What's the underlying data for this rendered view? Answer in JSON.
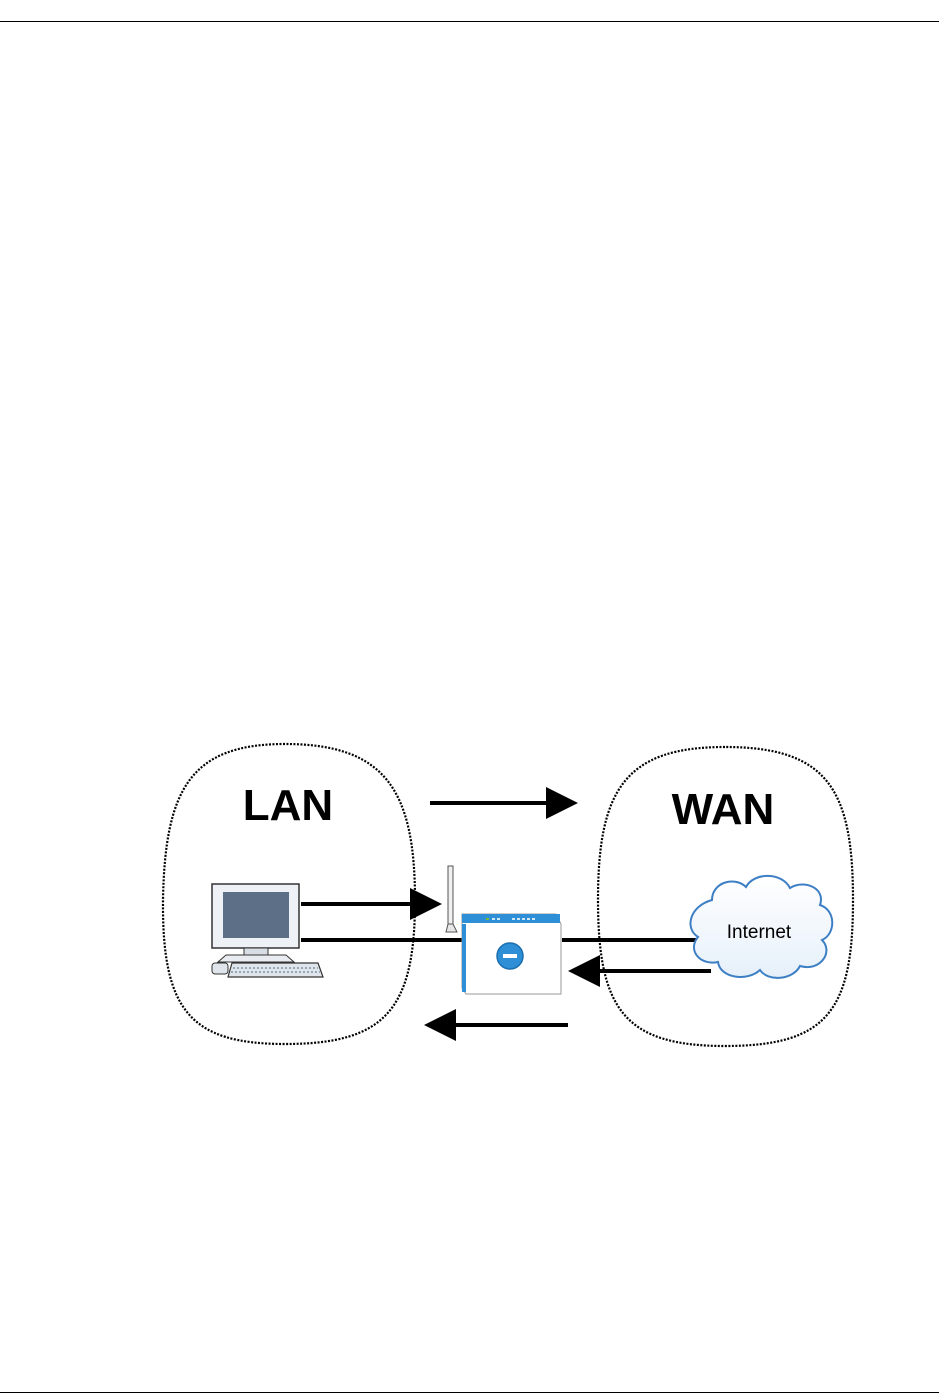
{
  "diagram": {
    "lan_label": "LAN",
    "wan_label": "WAN",
    "internet_label": "Internet"
  },
  "icons": [
    "computer-icon",
    "router-icon",
    "internet-cloud-icon"
  ],
  "colors": {
    "router_accent": "#2e8fd6",
    "monitor_screen": "#5d6f86",
    "cloud_fill": "#ffffff",
    "cloud_stroke": "#3d7fc4",
    "zone_border": "#000000"
  }
}
